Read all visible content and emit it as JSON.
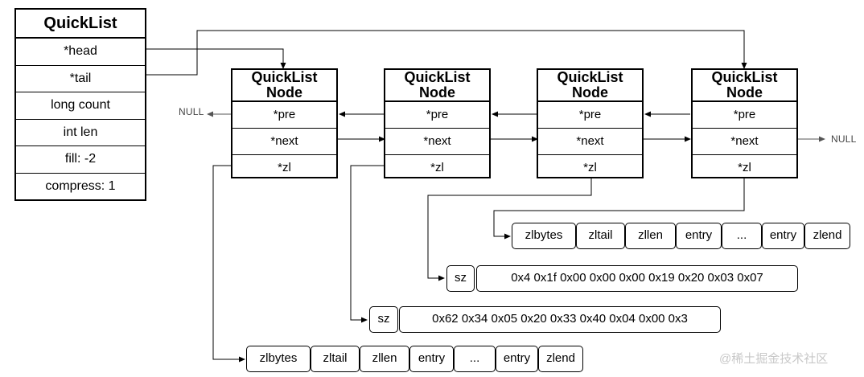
{
  "quicklist": {
    "title": "QuickList",
    "fields": [
      "*head",
      "*tail",
      "long count",
      "int len",
      "fill: -2",
      "compress: 1"
    ]
  },
  "nodes": [
    {
      "title_line1": "QuickList",
      "title_line2": "Node",
      "pre": "*pre",
      "next": "*next",
      "zl": "*zl"
    },
    {
      "title_line1": "QuickList",
      "title_line2": "Node",
      "pre": "*pre",
      "next": "*next",
      "zl": "*zl"
    },
    {
      "title_line1": "QuickList",
      "title_line2": "Node",
      "pre": "*pre",
      "next": "*next",
      "zl": "*zl"
    },
    {
      "title_line1": "QuickList",
      "title_line2": "Node",
      "pre": "*pre",
      "next": "*next",
      "zl": "*zl"
    }
  ],
  "null_left": "NULL",
  "null_right": "NULL",
  "ziplist_plain": [
    "zlbytes",
    "zltail",
    "zllen",
    "entry",
    "...",
    "entry",
    "zlend"
  ],
  "compressed_a": {
    "sz": "sz",
    "bytes": "0x4 0x1f 0x00 0x00 0x00 0x19 0x20 0x03 0x07"
  },
  "compressed_b": {
    "sz": "sz",
    "bytes": "0x62 0x34 0x05 0x20 0x33 0x40 0x04 0x00 0x3"
  },
  "ziplist_bottom": [
    "zlbytes",
    "zltail",
    "zllen",
    "entry",
    "...",
    "entry",
    "zlend"
  ],
  "watermark": "@稀土掘金技术社区"
}
